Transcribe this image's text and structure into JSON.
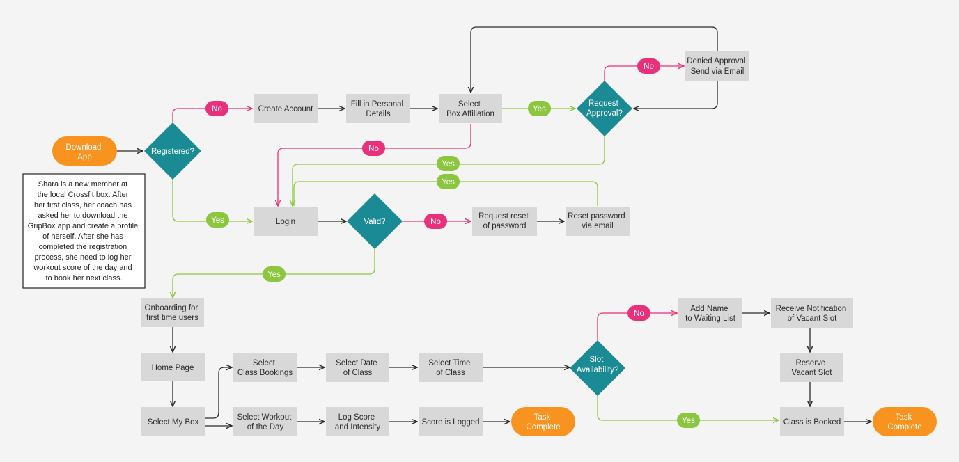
{
  "colors": {
    "background": "#f4f4f4",
    "process": "#d8d8d8",
    "decision": "#1a8a94",
    "terminal": "#f7931e",
    "yes": "#8cc63f",
    "no": "#e8317a",
    "flow": "#2b2b2b"
  },
  "note": {
    "lines": [
      "Shara is a new member at",
      "the local Crossfit box. After",
      "her first class, her coach has",
      "asked her to download the",
      "GripBox app and create a profile",
      "of herself. After she has",
      "completed the registration",
      "process, she need to log her",
      "workout score of the day and",
      "to book her next class."
    ]
  },
  "terminals": {
    "download_app": [
      "Download",
      "App"
    ],
    "task_complete_1": [
      "Task",
      "Complete"
    ],
    "task_complete_2": [
      "Task",
      "Complete"
    ]
  },
  "decisions": {
    "registered": [
      "Registered?"
    ],
    "request_approval": [
      "Request",
      "Approval?"
    ],
    "valid": [
      "Valid?"
    ],
    "slot_availability": [
      "Slot",
      "Availability?"
    ]
  },
  "processes": {
    "create_account": [
      "Create Account"
    ],
    "fill_details": [
      "Fill in Personal",
      "Details"
    ],
    "select_box": [
      "Select",
      "Box Affiliation"
    ],
    "denied_approval": [
      "Denied Approval",
      "Send via Email"
    ],
    "login": [
      "Login"
    ],
    "request_reset": [
      "Request reset",
      "of password"
    ],
    "reset_password": [
      "Reset password",
      "via email"
    ],
    "onboarding": [
      "Onboarding for",
      "first time users"
    ],
    "home_page": [
      "Home Page"
    ],
    "select_my_box": [
      "Select My Box"
    ],
    "select_class_bookings": [
      "Select",
      "Class Bookings"
    ],
    "select_date": [
      "Select Date",
      "of Class"
    ],
    "select_time": [
      "Select Time",
      "of Class"
    ],
    "add_name": [
      "Add Name",
      "to Waiting List"
    ],
    "receive_notification": [
      "Receive Notification",
      "of  Vacant Slot"
    ],
    "reserve_slot": [
      "Reserve",
      "Vacant Slot"
    ],
    "class_booked": [
      "Class is Booked"
    ],
    "select_workout": [
      "Select Workout",
      "of the Day"
    ],
    "log_score": [
      "Log Score",
      "and Intensity"
    ],
    "score_logged": [
      "Score is Logged"
    ]
  },
  "badges": {
    "yes": "Yes",
    "no": "No"
  }
}
